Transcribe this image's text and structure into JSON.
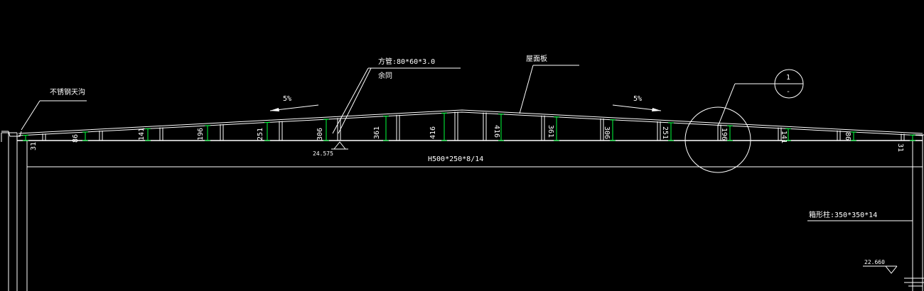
{
  "colors": {
    "background": "#000000",
    "line": "#ffffff",
    "dimension": "#00ff3c"
  },
  "labels": {
    "gutter": "不锈钢天沟",
    "tube": "方管:80*60*3.0",
    "purlin_note": "余同",
    "roof_panel": "屋面板",
    "slope_left": "5%",
    "slope_right": "5%",
    "beam": "H500*250*8/14",
    "column": "箱形柱:350*350*14",
    "elev_top": "24.575",
    "elev_bottom": "22.660",
    "callout_number": "1",
    "callout_sheet": "-"
  },
  "post_heights": [
    "31",
    "86",
    "141",
    "196",
    "251",
    "306",
    "361",
    "416",
    "416",
    "361",
    "306",
    "251",
    "196",
    "141",
    "86",
    "31"
  ]
}
